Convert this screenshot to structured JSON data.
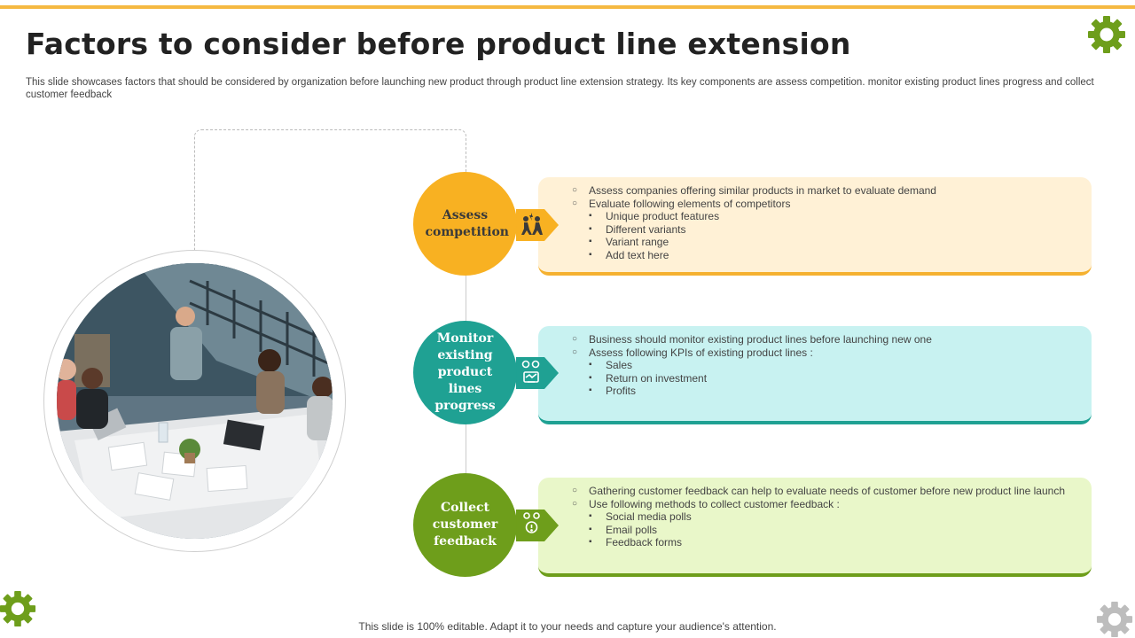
{
  "slide": {
    "title": "Factors to consider before product line extension",
    "subtitle": "This slide showcases factors that should be considered by organization before launching new product through product line extension strategy. Its key components are assess competition. monitor existing product lines progress and collect customer feedback",
    "footer": "This slide is 100% editable. Adapt it to your needs and capture your audience's attention."
  },
  "colors": {
    "accent_bar": "#F5B942",
    "gear_green": "#6E9E1B",
    "gear_grey": "#BDBDBD",
    "factor1": "#F8B122",
    "factor2": "#1FA193",
    "factor3": "#6E9E1B"
  },
  "icons": {
    "factor1": "competition-people-icon",
    "factor2": "kpi-monitor-icon",
    "factor3": "feedback-chat-icon",
    "decor": "gear-icon"
  },
  "factors": [
    {
      "label": "Assess competition",
      "points": [
        {
          "text": "Assess companies offering similar products in market to evaluate demand",
          "sub": []
        },
        {
          "text": "Evaluate following elements of competitors",
          "sub": [
            "Unique product features",
            "Different variants",
            "Variant range",
            "Add text here"
          ]
        }
      ]
    },
    {
      "label": "Monitor existing product lines progress",
      "points": [
        {
          "text": "Business should monitor existing product lines before launching new one",
          "sub": []
        },
        {
          "text": "Assess following KPIs of existing product lines :",
          "sub": [
            "Sales",
            "Return on investment",
            "Profits"
          ]
        }
      ]
    },
    {
      "label": "Collect customer feedback",
      "points": [
        {
          "text": "Gathering customer feedback can help to evaluate needs of customer before new product line launch",
          "sub": []
        },
        {
          "text": "Use following methods to collect customer feedback :",
          "sub": [
            "Social media polls",
            "Email polls",
            "Feedback forms"
          ]
        }
      ]
    }
  ]
}
